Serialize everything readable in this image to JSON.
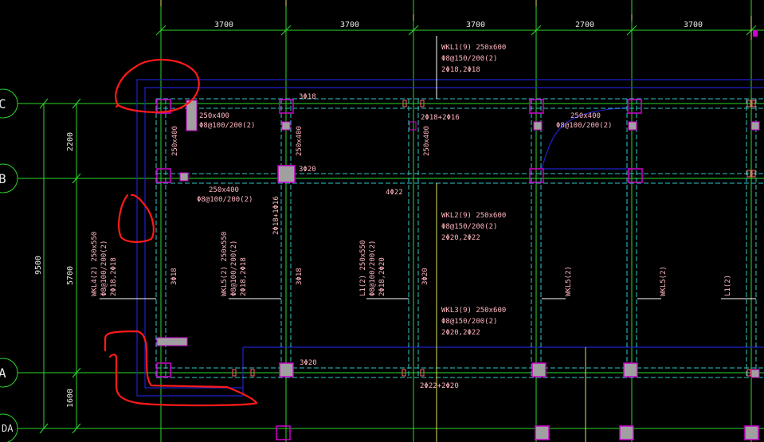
{
  "colors": {
    "background": "#000000",
    "grid_line": "#2bd82b",
    "axis_line": "#ffffff",
    "beam_edge": "#31c7c7",
    "slab_edge": "#1e22c8",
    "column": "#d000d0",
    "column_fill": "#a0a0a0",
    "text": "#ffb6c1",
    "annotation": "#ff1a1a",
    "yellow_line": "#e0e060"
  },
  "top_dims": [
    "3700",
    "3700",
    "3700",
    "2700",
    "3700"
  ],
  "side_dims": {
    "total": "9500",
    "spans": [
      "2200",
      "5700",
      "1600"
    ]
  },
  "grid_labels": [
    "C",
    "B",
    "A",
    "DA"
  ],
  "beam_texts": {
    "wkl1_name": "WKL1(9) 250x600",
    "wkl1_stirrup": "Φ8@150/200(2)",
    "wkl1_bars": "2Φ18,2Φ18",
    "c_bay1_size": "250x400",
    "c_bay1_stirrup": "Φ8@100/200(2)",
    "c_bay1_vert": "250x400",
    "c_bay2_top": "3Φ18",
    "c_bay2_vert": "250x400",
    "c_bay3_top": "2Φ18+2Φ16",
    "c_bay3_vert": "250x400",
    "c_bay4_size": "250x400",
    "c_bay4_stirrup": "Φ8@100/200(2)",
    "b_bay2_top": "3Φ20",
    "b_bay1_size": "250x400",
    "b_bay1_stirrup": "Φ8@100/200(2)",
    "b_bay2_vert": "2Φ18+1Φ16",
    "b_bay3_top": "4Φ22",
    "wkl2_name": "WKL2(9) 250x600",
    "wkl2_stirrup": "Φ8@150/200(2)",
    "wkl2_bars": "2Φ20,2Φ22",
    "wkl4_name": "WKL4(2) 250x550",
    "wkl4_stirrup": "Φ8@100/200(2)",
    "wkl4_bars": "2Φ18,2Φ18",
    "col1_bars": "3Φ18",
    "wkl5_name": "WKL5(2) 250x550",
    "wkl5_stirrup": "Φ8@100/200(2)",
    "wkl5_bars": "2Φ18,2Φ18",
    "col2_bars": "3Φ18",
    "l1_name": "L1(2) 250x550",
    "l1_stirrup": "Φ8@100/200(2)",
    "l1_bars": "2Φ18,2Φ20",
    "col3_bars": "3Φ20",
    "wkl3_name": "WKL3(9) 250x600",
    "wkl3_stirrup": "Φ8@150/200(2)",
    "wkl3_bars": "2Φ20,2Φ22",
    "wkl5b_name": "WKL5(2)",
    "wkl5c_name": "WKL5(2)",
    "l1b_name": "L1(2)",
    "a_bay2_top": "3Φ20",
    "a_bottom": "2Φ22+2Φ20"
  }
}
